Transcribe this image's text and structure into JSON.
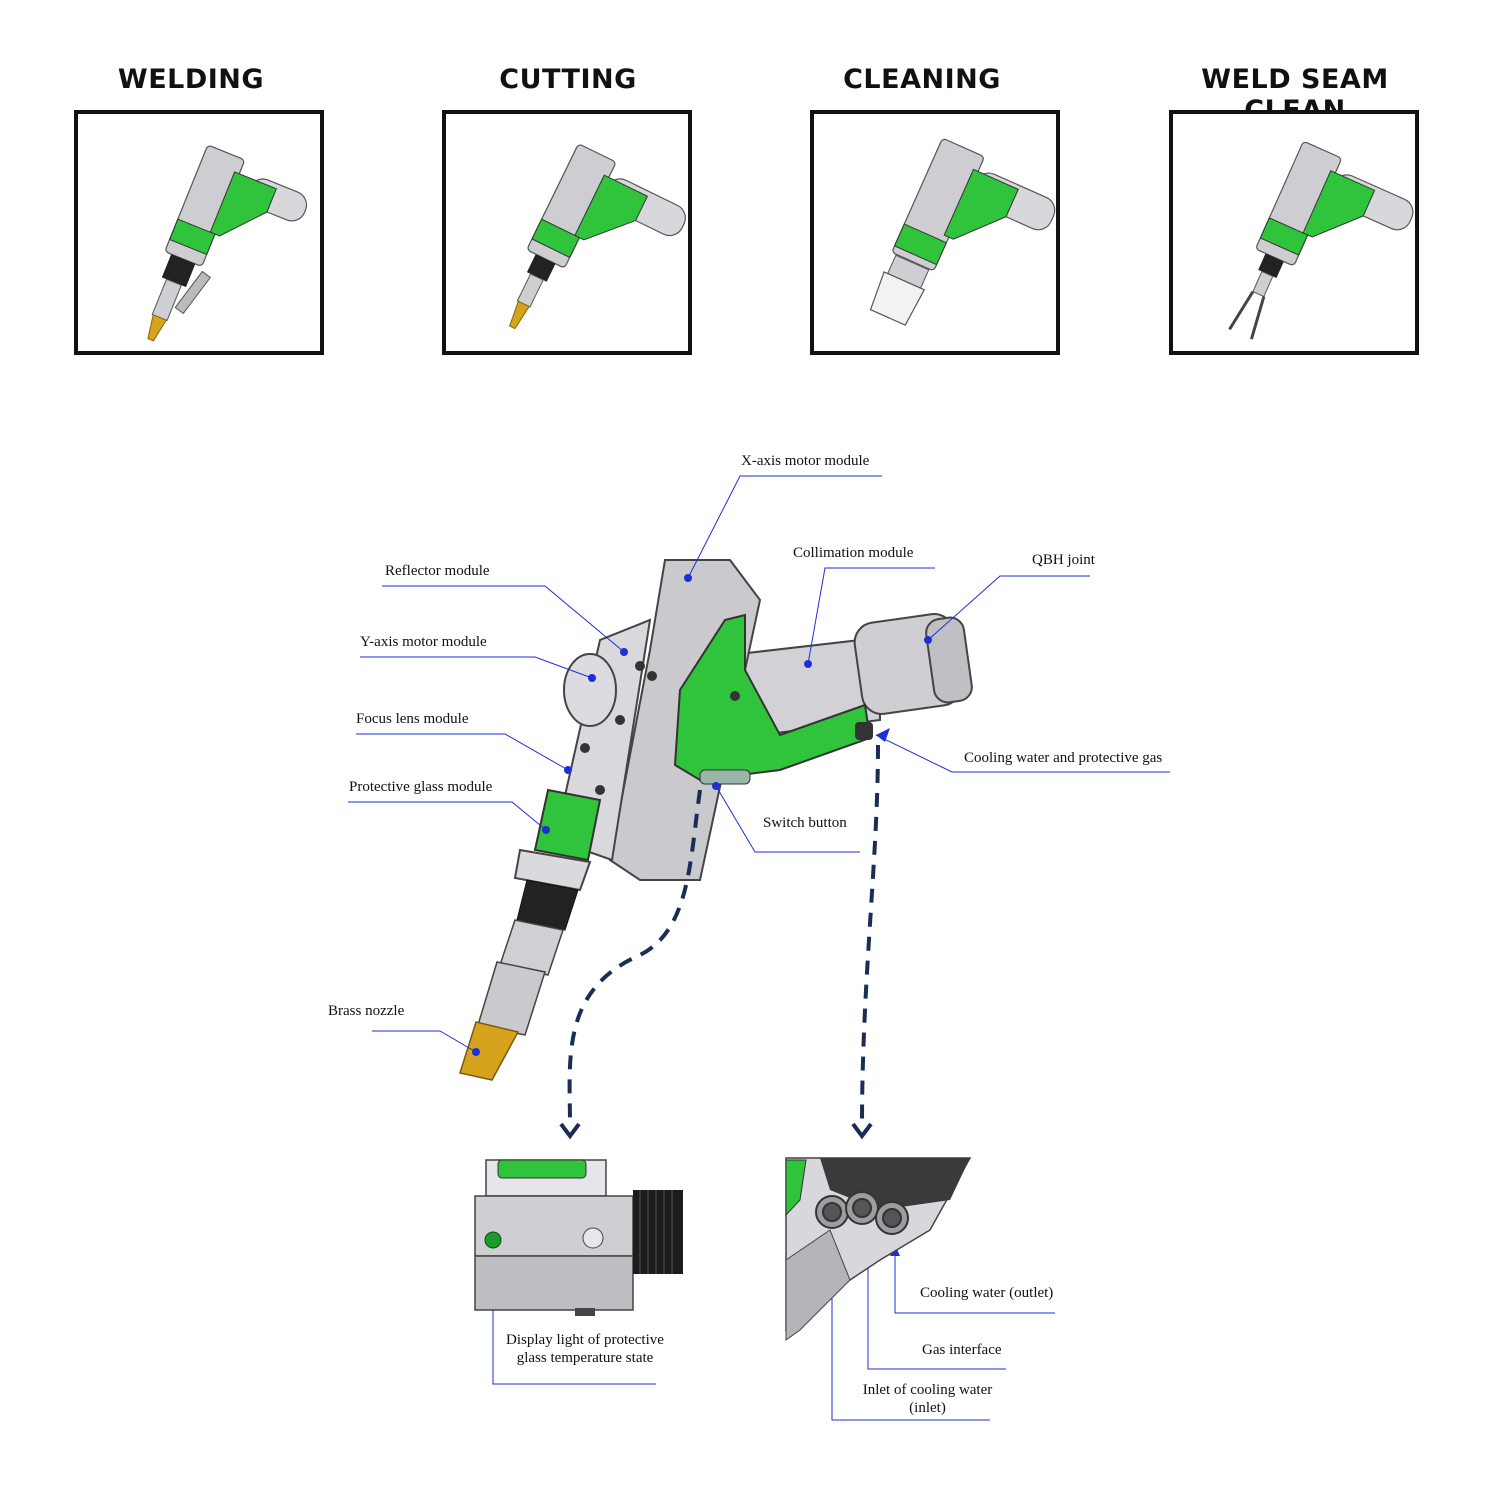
{
  "modes": [
    {
      "id": "welding",
      "label": "WELDING"
    },
    {
      "id": "cutting",
      "label": "CUTTING"
    },
    {
      "id": "cleaning",
      "label": "CLEANING"
    },
    {
      "id": "weld-seam-clean",
      "label": "WELD SEAM CLEAN"
    }
  ],
  "labels": {
    "x_axis_motor": "X-axis motor module",
    "collimation": "Collimation module",
    "qbh_joint": "QBH joint",
    "reflector": "Reflector module",
    "y_axis_motor": "Y-axis motor module",
    "focus_lens": "Focus lens module",
    "protective_glass": "Protective glass module",
    "cooling_water_gas": "Cooling water and protective gas",
    "switch_button": "Switch button",
    "brass_nozzle": "Brass nozzle",
    "display_light_line1": "Display light of protective",
    "display_light_line2": "glass temperature state",
    "cooling_outlet": "Cooling water (outlet)",
    "gas_interface": "Gas interface",
    "inlet_line1": "Inlet of cooling water",
    "inlet_line2": "(inlet)"
  },
  "colors": {
    "accent_green": "#2fc43b",
    "leader_blue": "#1f2fd6",
    "dash_navy": "#1b2d55",
    "body_gray": "#cfcfd3",
    "brass": "#d7a21c"
  }
}
